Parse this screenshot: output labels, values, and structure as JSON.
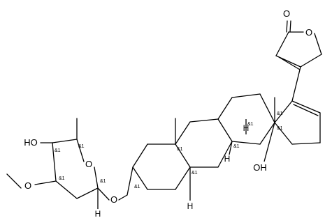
{
  "atoms": {
    "o_carbonyl": "O",
    "o_lactone": "O",
    "oh_c14": "OH",
    "oh_sugar": "HO",
    "o_pyran": "O",
    "o_methoxy": "O",
    "o_glycoside": "O",
    "h_c8": "H",
    "h_c9": "H",
    "h_c5": "H",
    "h_anomeric": "H"
  },
  "stereo_label": "&1"
}
